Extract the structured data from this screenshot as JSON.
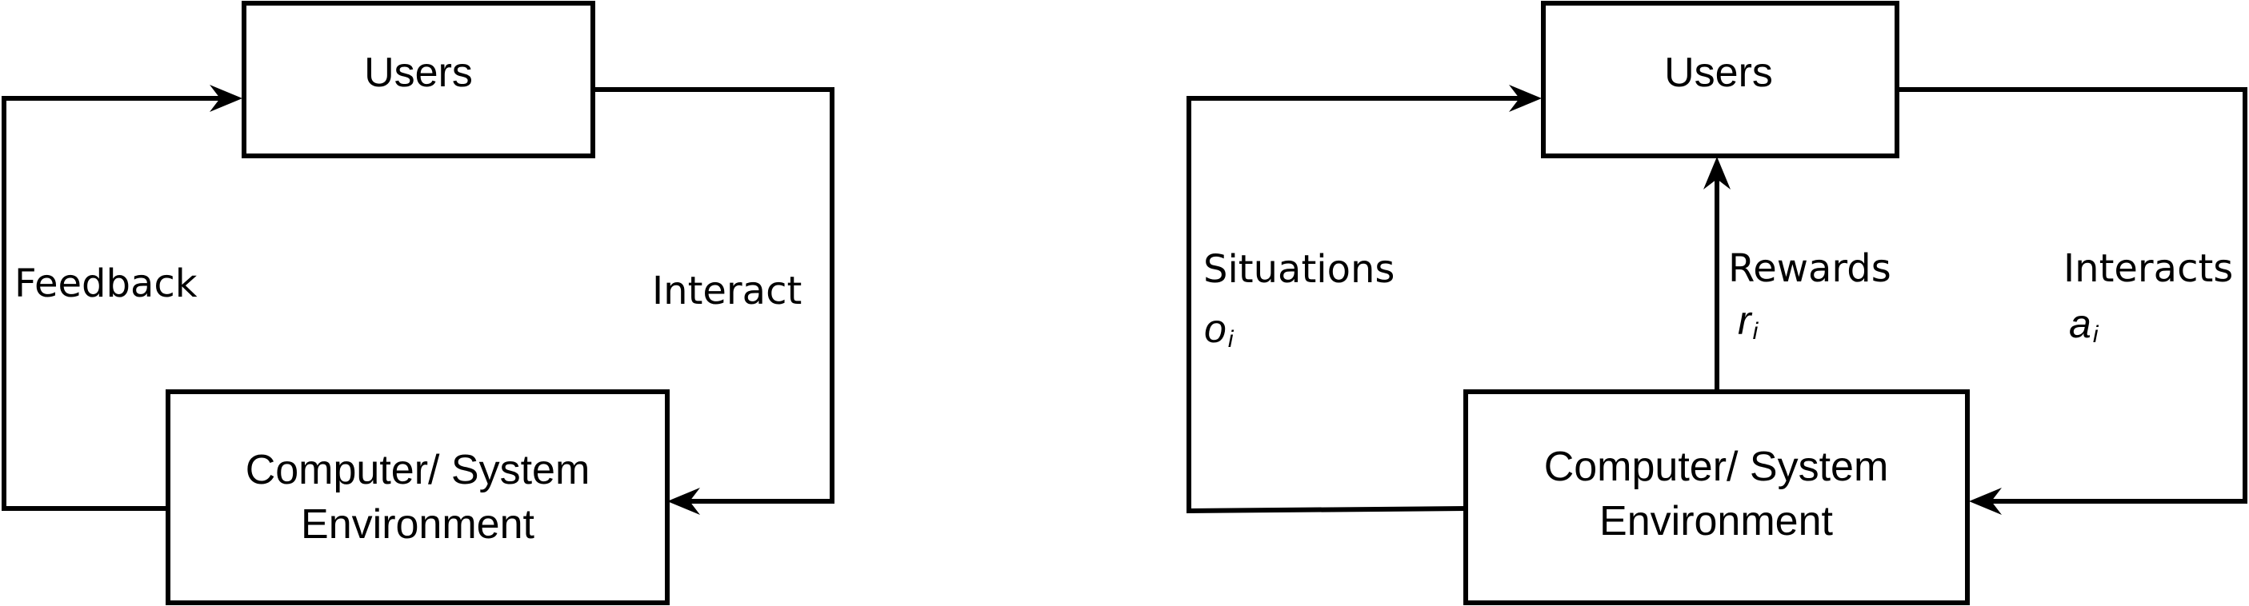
{
  "left_diagram": {
    "top_box": "Users",
    "bottom_box_line1": "Computer/ System",
    "bottom_box_line2": "Environment",
    "left_label": "Feedback",
    "right_label": "Interact"
  },
  "right_diagram": {
    "top_box": "Users",
    "bottom_box_line1": "Computer/ System",
    "bottom_box_line2": "Environment",
    "left_label": "Situations",
    "left_var": "o",
    "left_var_sub": "i",
    "middle_label": "Rewards",
    "middle_var": "r",
    "middle_var_sub": "i",
    "right_label": "Interacts",
    "right_var": "a",
    "right_var_sub": "i"
  },
  "colors": {
    "stroke": "#000000",
    "background": "#ffffff"
  }
}
